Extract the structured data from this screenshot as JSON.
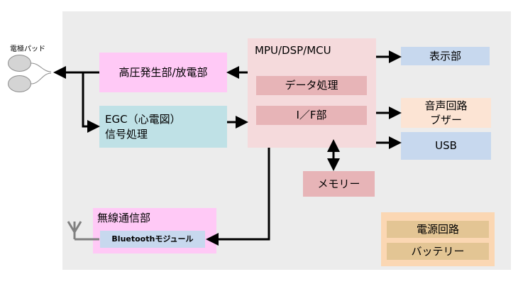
{
  "electrode_label": "電極パッド",
  "hv_block": "高圧発生部/放電部",
  "ecg_line1": "EGC（心電図）",
  "ecg_line2": "信号処理",
  "mpu_title": "MPU/DSP/MCU",
  "data_processing": "データ処理",
  "if_unit": "I／F部",
  "display": "表示部",
  "audio_line1": "音声回路",
  "audio_line2": "ブザー",
  "usb": "USB",
  "memory": "メモリー",
  "wireless": "無線通信部",
  "bluetooth": "Bluetoothモジュール",
  "power_circuit": "電源回路",
  "battery": "バッテリー"
}
